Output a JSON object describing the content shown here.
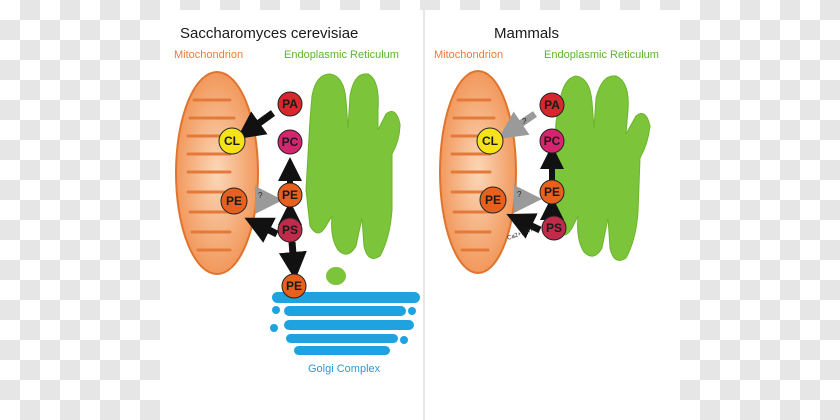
{
  "colors": {
    "mitochondrion": "#f08c4a",
    "er": "#7cc43a",
    "golgi": "#1fa3e0",
    "pa": "#d9272e",
    "pc": "#d6246e",
    "cl": "#f6e21a",
    "pe": "#e8601e",
    "ps": "#c22a4a"
  },
  "left": {
    "title": "Saccharomyces cerevisiae",
    "mito_label": "Mitochondrion",
    "er_label": "Endoplasmic Reticulum",
    "golgi_label": "Golgi Complex",
    "nodes": {
      "pa": "PA",
      "pc": "PC",
      "cl": "CL",
      "pe_mito": "PE",
      "pe_er": "PE",
      "ps": "PS",
      "pe_golgi": "PE"
    },
    "question_mark": "?"
  },
  "right": {
    "title": "Mammals",
    "mito_label": "Mitochondrion",
    "er_label": "Endoplasmic Reticulum",
    "nodes": {
      "pa": "PA",
      "pc": "PC",
      "cl": "CL",
      "pe_mito": "PE",
      "pe_er": "PE",
      "ps": "PS"
    },
    "question_mark_cl": "?",
    "question_mark_pe": "?",
    "ca_atp": "Ca2+, ATP"
  }
}
